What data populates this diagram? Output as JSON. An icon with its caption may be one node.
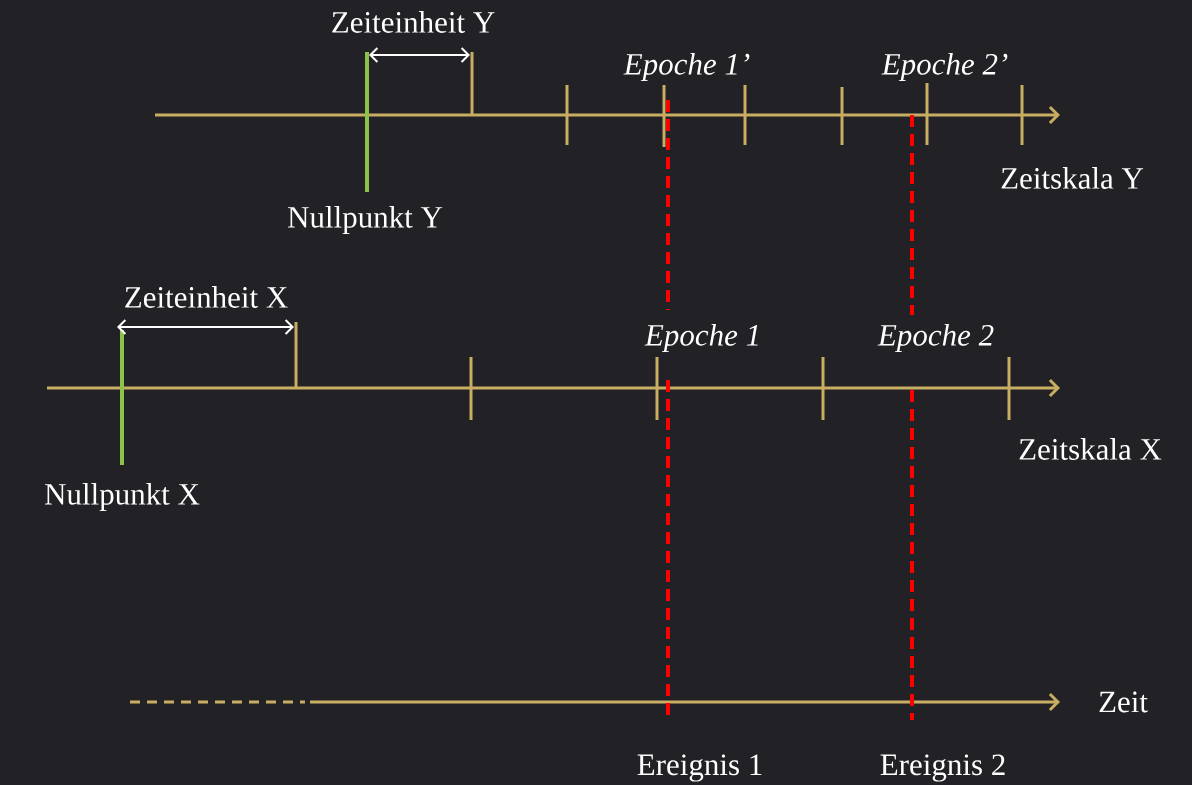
{
  "diagram": {
    "labels": [
      "Zeiteinheit Y",
      "Epoche 1’",
      "Epoche 2’",
      "Zeitskala Y",
      "Nullpunkt Y",
      "Zeiteinheit X",
      "Epoche 1",
      "Epoche 2",
      "Zeitskala X",
      "Nullpunkt X",
      "Zeit",
      "Ereignis 1",
      "Ereignis 2"
    ]
  }
}
